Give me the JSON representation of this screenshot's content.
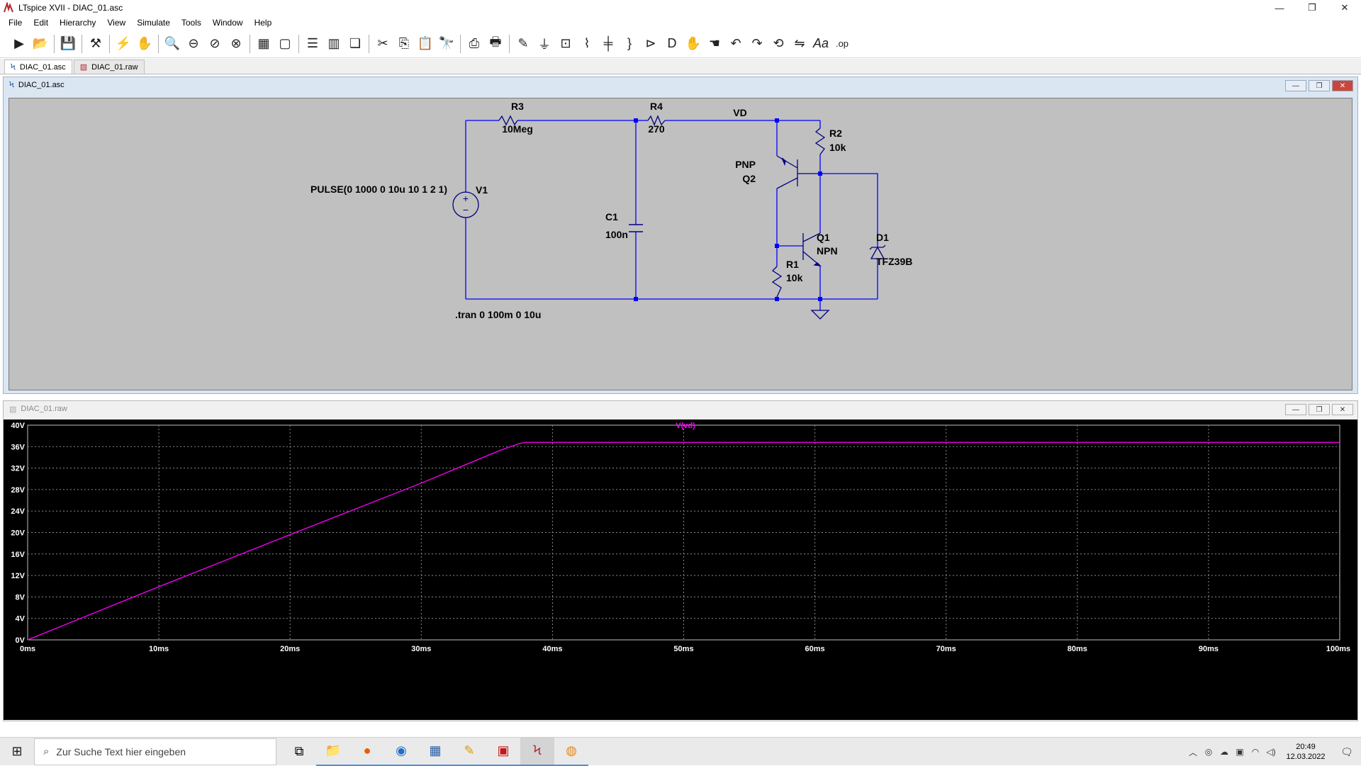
{
  "window": {
    "title": "LTspice XVII - DIAC_01.asc",
    "min": "—",
    "max": "❐",
    "close": "✕"
  },
  "menu": [
    "File",
    "Edit",
    "Hierarchy",
    "View",
    "Simulate",
    "Tools",
    "Window",
    "Help"
  ],
  "toolbar_icons": [
    "run-icon",
    "open-icon",
    "save-icon",
    "control-panel-icon",
    "pick-visible-traces-icon",
    "pan-icon",
    "zoom-in-icon",
    "zoom-out-icon",
    "zoom-back-icon",
    "zoom-extents-icon",
    "autorange-icon",
    "mark-icon",
    "tile-horizontal-icon",
    "tile-vertical-icon",
    "cascade-icon",
    "cut-icon",
    "copy-icon",
    "paste-icon",
    "find-icon",
    "print-icon",
    "print-setup-icon",
    "draw-wire-icon",
    "ground-icon",
    "label-net-icon",
    "resistor-icon",
    "capacitor-icon",
    "inductor-icon",
    "diode-icon",
    "component-icon",
    "move-icon",
    "drag-icon",
    "undo-icon",
    "redo-icon",
    "rotate-icon",
    "mirror-icon",
    "text-icon",
    "spice-directive-icon"
  ],
  "tabs": [
    {
      "label": "DIAC_01.asc",
      "icon": "schematic-icon"
    },
    {
      "label": "DIAC_01.raw",
      "icon": "waveform-icon"
    }
  ],
  "schematic_window": {
    "title": "DIAC_01.asc"
  },
  "schematic": {
    "labels": {
      "r3_name": "R3",
      "r3_value": "10Meg",
      "r4_name": "R4",
      "r4_value": "270",
      "net_vd": "VD",
      "r2_name": "R2",
      "r2_value": "10k",
      "q2_type": "PNP",
      "q2_name": "Q2",
      "q1_name": "Q1",
      "q1_type": "NPN",
      "d1_name": "D1",
      "d1_value": "TFZ39B",
      "r1_name": "R1",
      "r1_value": "10k",
      "c1_name": "C1",
      "c1_value": "100n",
      "v1_name": "V1",
      "v1_value": "PULSE(0 1000 0 10u 10 1 2 1)",
      "directive": ".tran 0 100m 0 10u"
    },
    "colors": {
      "background": "#c0c0c0",
      "wire": "#0000ff",
      "component": "#000080",
      "junction": "#0000ff"
    }
  },
  "plot_window": {
    "title": "DIAC_01.raw"
  },
  "chart_data": {
    "type": "line",
    "title": "",
    "trace_label": "V(vd)",
    "trace_color": "#ff00ff",
    "xlabel": "",
    "ylabel": "",
    "xlim": [
      0,
      100
    ],
    "ylim": [
      0,
      40
    ],
    "x_ticks": [
      "0ms",
      "10ms",
      "20ms",
      "30ms",
      "40ms",
      "50ms",
      "60ms",
      "70ms",
      "80ms",
      "90ms",
      "100ms"
    ],
    "y_ticks": [
      "0V",
      "4V",
      "8V",
      "12V",
      "16V",
      "20V",
      "24V",
      "28V",
      "32V",
      "36V",
      "40V"
    ],
    "grid": true,
    "series": [
      {
        "name": "V(vd)",
        "x": [
          0,
          10,
          20,
          30,
          36,
          37.5,
          38,
          50,
          60,
          70,
          80,
          90,
          100
        ],
        "y": [
          0,
          9.9,
          19.6,
          29.2,
          35.3,
          36.6,
          36.8,
          36.8,
          36.8,
          36.8,
          36.8,
          36.8,
          36.8
        ]
      }
    ]
  },
  "taskbar": {
    "search_placeholder": "Zur Suche Text hier eingeben",
    "clock_time": "20:49",
    "clock_date": "12.03.2022",
    "apps": [
      "task-view-icon",
      "file-explorer-icon",
      "firefox-icon",
      "thunderbird-icon",
      "calculator-icon",
      "pen-app-icon",
      "acrobat-icon",
      "ltspice-icon",
      "paint-icon"
    ]
  }
}
